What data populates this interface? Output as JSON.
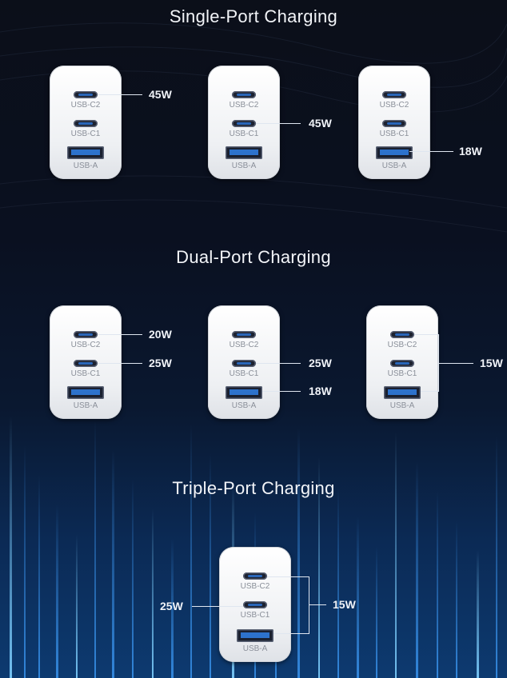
{
  "sections": {
    "single": "Single-Port Charging",
    "dual": "Dual-Port Charging",
    "triple": "Triple-Port Charging"
  },
  "port_labels": {
    "c2": "USB-C2",
    "c1": "USB-C1",
    "a": "USB-A"
  },
  "single": {
    "c1_watts": "45W",
    "c2_watts": "45W",
    "c3_watts": "18W"
  },
  "dual": {
    "c1_top": "20W",
    "c1_mid": "25W",
    "c2_mid": "25W",
    "c2_bottom": "18W",
    "c3_watts": "15W"
  },
  "triple": {
    "left_watts": "25W",
    "right_watts": "15W"
  },
  "colors": {
    "port_accent": "#2d72cc",
    "background": "#0b0f19"
  }
}
